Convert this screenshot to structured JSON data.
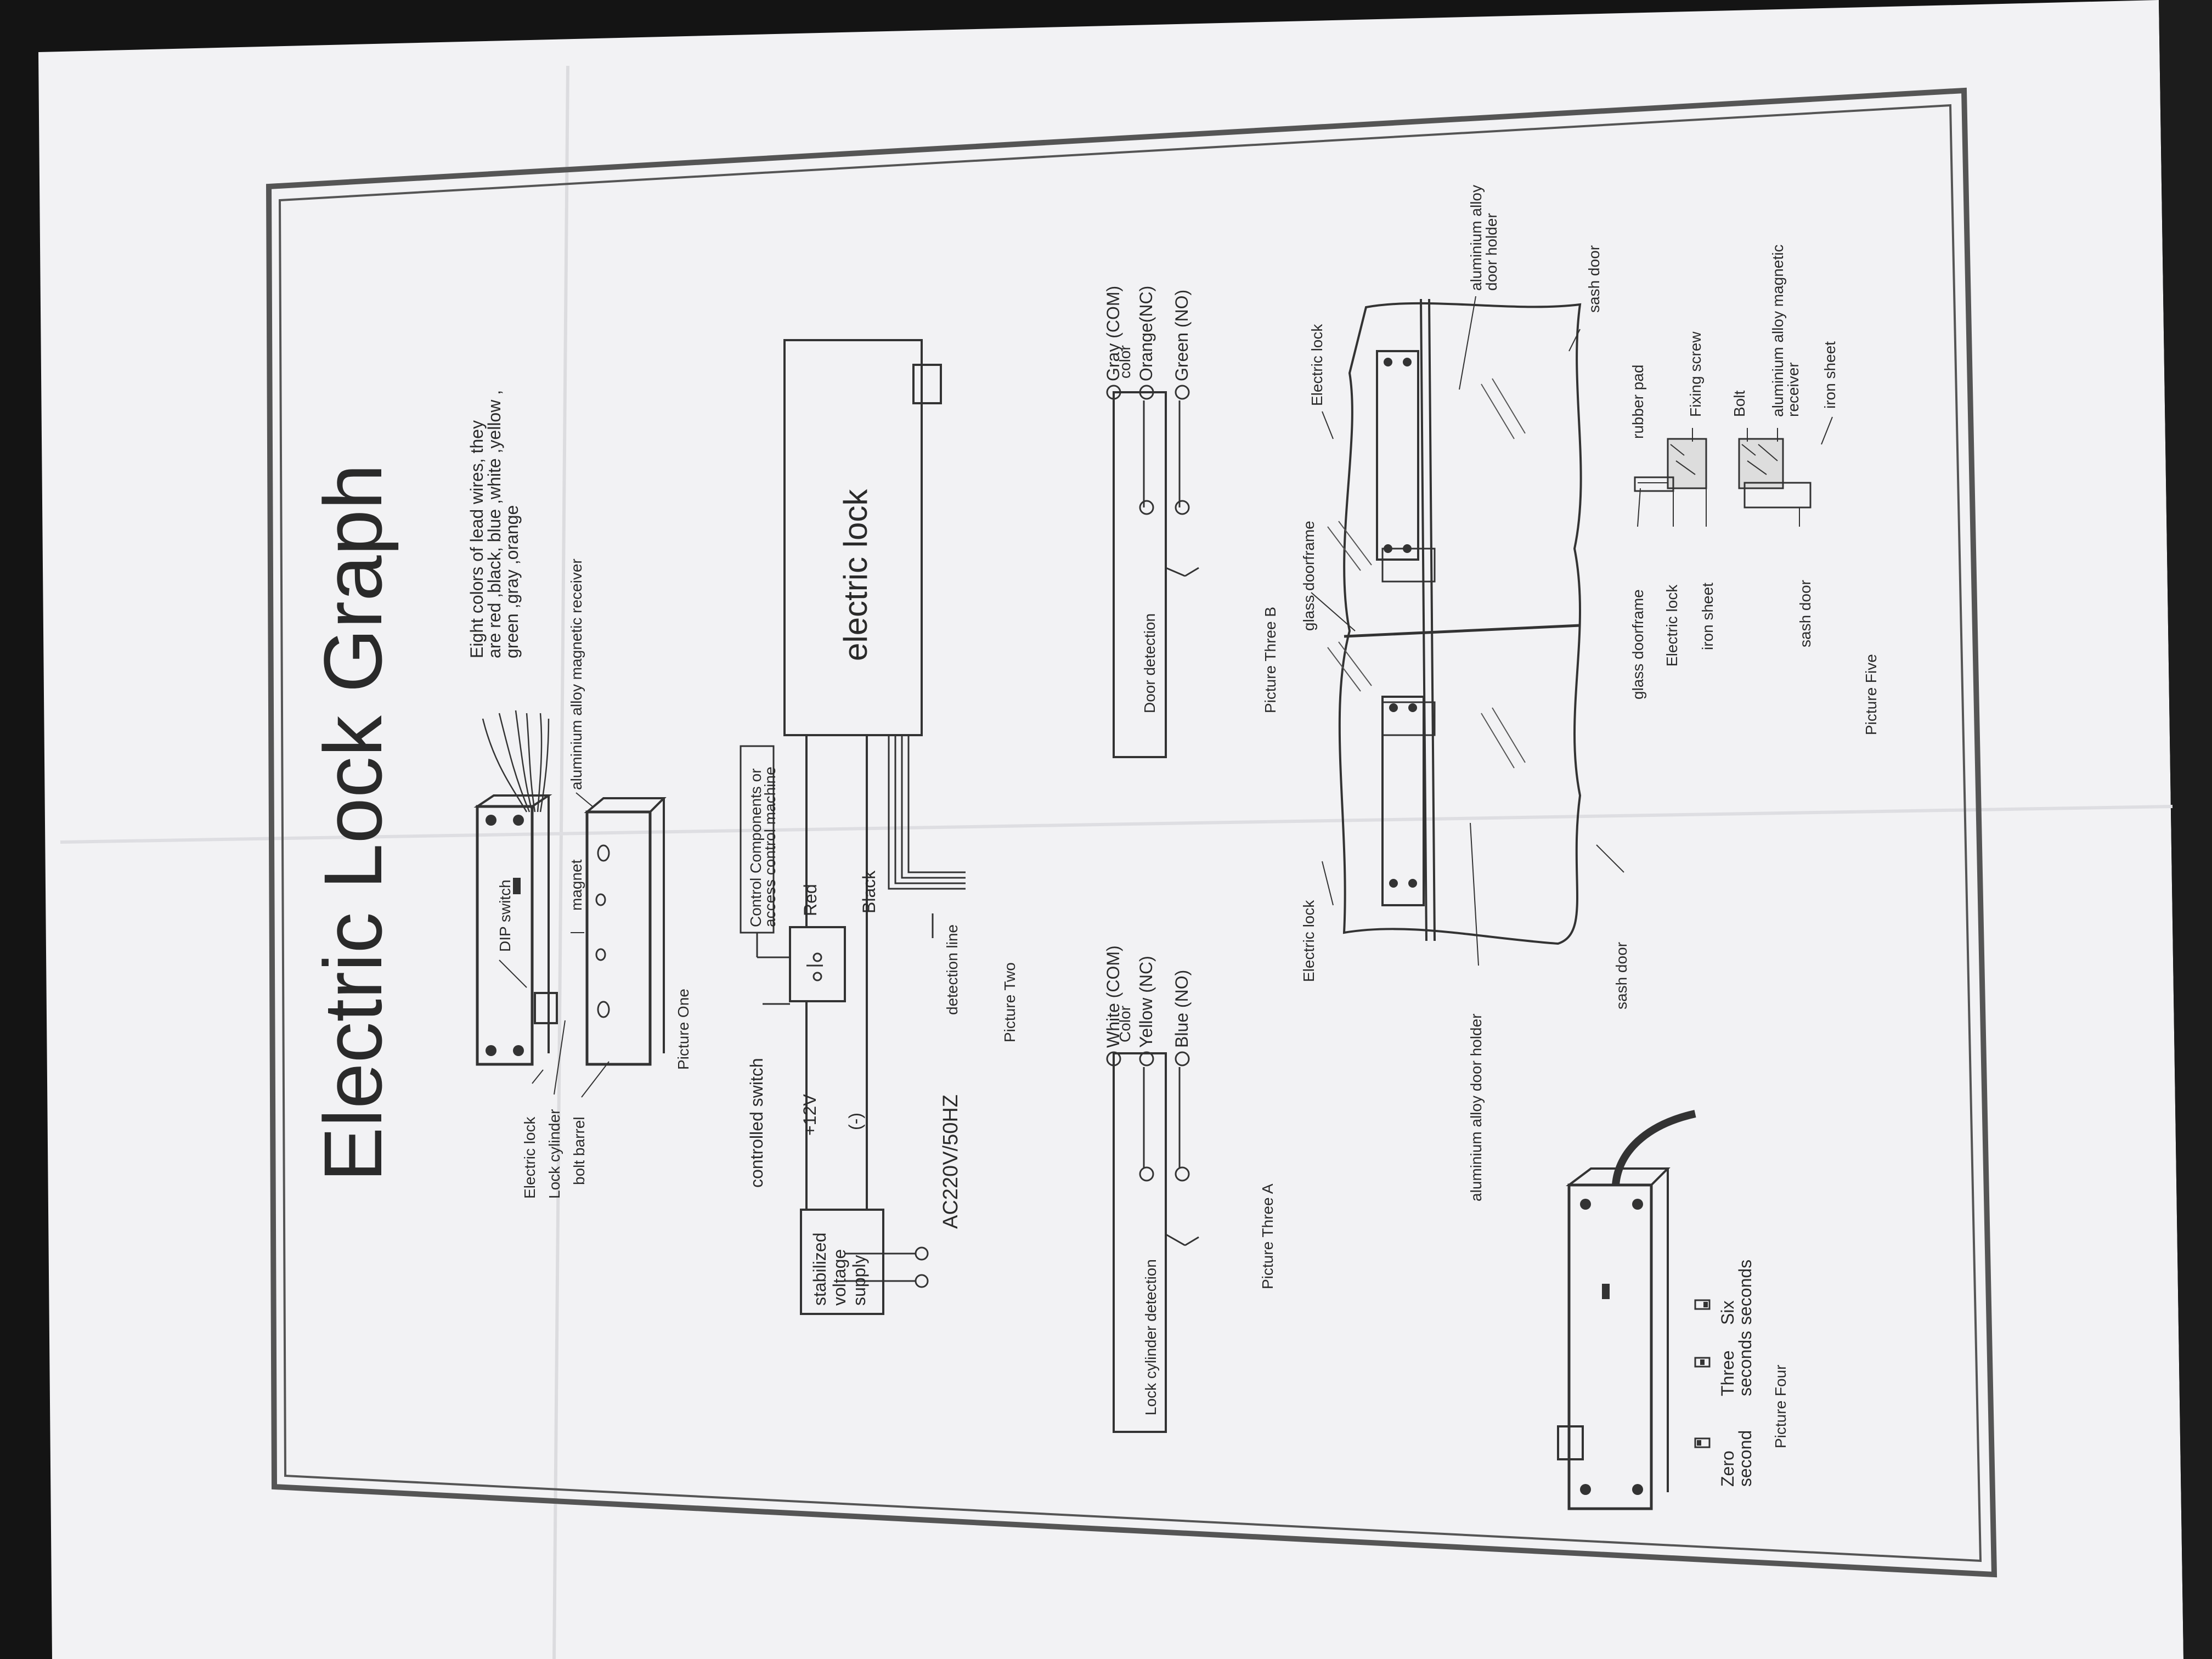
{
  "title": "Electric Lock Graph",
  "wire_colors_note": [
    "Eight colors of lead wires, they",
    "are red ,black, blue ,white ,yellow ,",
    "green ,gray ,orange"
  ],
  "picture_one": {
    "caption": "Picture One",
    "labels": {
      "dip_switch": "DIP switch",
      "magnet": "magnet",
      "receiver": "aluminium alloy magnetic receiver",
      "electric_lock": "Electric lock",
      "lock_cylinder": "Lock cylinder",
      "bolt_barrel": "bolt barrel"
    }
  },
  "picture_two": {
    "caption": "Picture Two",
    "electric_lock": "electric lock",
    "control_components": [
      "Control Components or",
      "access control machine"
    ],
    "controlled_switch": "controlled switch",
    "red": "Red",
    "black": "Black",
    "plus12v": "+12V",
    "minus": "(-)",
    "supply": [
      "stabilized",
      "voltage",
      "supply"
    ],
    "ac_line": "AC220V/50HZ",
    "detection_line": "detection line"
  },
  "picture_three_a": {
    "caption": "Picture Three A",
    "box_label": "Lock cylinder detection",
    "color": "Color",
    "wires": [
      "White (COM)",
      "Yellow (NC)",
      "Blue   (NO)"
    ]
  },
  "picture_three_b": {
    "caption": "Picture Three B",
    "box_label": "Door detection",
    "color": "color",
    "wires": [
      "Gray (COM)",
      "Orange(NC)",
      "Green (NO)"
    ]
  },
  "door_diagram": {
    "labels": {
      "electric_lock_left": "Electric lock",
      "electric_lock_right": "Electric lock",
      "glass_doorframe": "glass doorframe",
      "alu_holder_left": "aluminium alloy door holder",
      "alu_holder_right": [
        "aluminium alloy",
        "door holder"
      ],
      "sash_door_left": "sash door",
      "sash_door_right": "sash door"
    }
  },
  "picture_four": {
    "caption": "Picture Four",
    "timers": [
      [
        "Zero",
        "second"
      ],
      [
        "Three",
        "seconds"
      ],
      [
        "Six",
        "seconds"
      ]
    ]
  },
  "picture_five": {
    "caption": "Picture Five",
    "labels": {
      "rubber_pad": "rubber pad",
      "glass_doorframe": "glass doorframe",
      "electric_lock": "Electric lock",
      "iron_sheet": "iron sheet",
      "fixing_screw": "Fixing screw",
      "bolt": "Bolt",
      "receiver": [
        "aluminium alloy magnetic",
        "receiver"
      ],
      "iron_sheet_2": "iron sheet",
      "sash_door": "sash door"
    }
  }
}
